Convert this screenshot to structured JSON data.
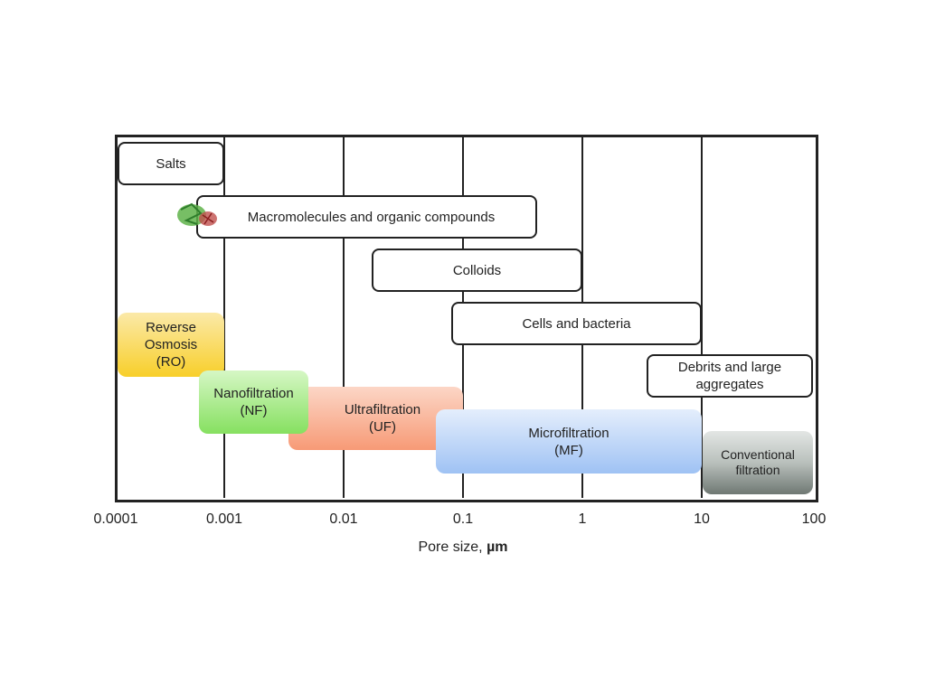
{
  "chart_data": {
    "type": "range-diagram",
    "xlabel_prefix": "Pore size, ",
    "xlabel_unit": "µm",
    "xscale": "log",
    "xlim": [
      0.0001,
      100
    ],
    "ticks": [
      "0.0001",
      "0.001",
      "0.01",
      "0.1",
      "1",
      "10",
      "100"
    ],
    "particles": [
      {
        "label": "Salts",
        "range": [
          0.0001,
          0.001
        ]
      },
      {
        "label": "Macromolecules and organic compounds",
        "range": [
          0.0006,
          0.4
        ]
      },
      {
        "label": "Colloids",
        "range": [
          0.02,
          1
        ]
      },
      {
        "label": "Cells and bacteria",
        "range": [
          0.08,
          10
        ]
      },
      {
        "label": "Debrits and large aggregates",
        "range": [
          4,
          100
        ]
      }
    ],
    "processes": [
      {
        "label": "Reverse Osmosis (RO)",
        "range": [
          0.0001,
          0.001
        ],
        "color": "#f7d33a"
      },
      {
        "label": "Nanofiltration (NF)",
        "range": [
          0.0006,
          0.005
        ],
        "color": "#8ee36a"
      },
      {
        "label": "Ultrafiltration (UF)",
        "range": [
          0.004,
          0.1
        ],
        "color": "#f7a07e"
      },
      {
        "label": "Microfiltration (MF)",
        "range": [
          0.06,
          10
        ],
        "color": "#a9c8f5"
      },
      {
        "label": "Conventional filtration",
        "range": [
          10,
          100
        ],
        "color": "#8e9691"
      }
    ]
  },
  "labels": {
    "ro": [
      "Reverse",
      "Osmosis",
      "(RO)"
    ],
    "nf": [
      "Nanofiltration",
      "(NF)"
    ],
    "uf": [
      "Ultrafiltration",
      "(UF)"
    ],
    "mf": [
      "Microfiltration",
      "(MF)"
    ],
    "cf": [
      "Conventional",
      "filtration"
    ],
    "debris": [
      "Debrits and large",
      "aggregates"
    ]
  }
}
